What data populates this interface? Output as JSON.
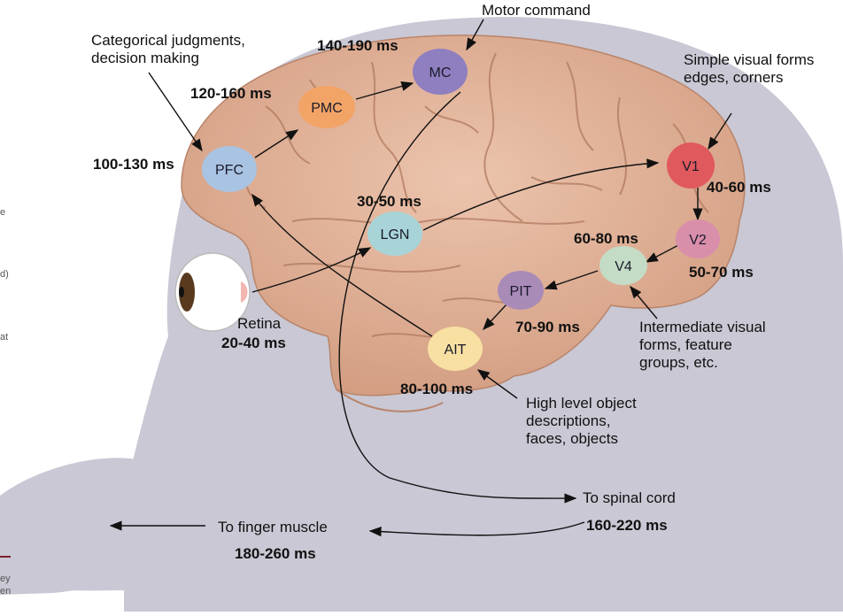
{
  "nodes": [
    {
      "id": "PFC",
      "label": "PFC",
      "latency": "100-130 ms",
      "color": "#a9c3e2"
    },
    {
      "id": "PMC",
      "label": "PMC",
      "latency": "120-160 ms",
      "color": "#f2a467"
    },
    {
      "id": "MC",
      "label": "MC",
      "latency": "140-190 ms",
      "color": "#8f7fc0"
    },
    {
      "id": "LGN",
      "label": "LGN",
      "latency": "30-50 ms",
      "color": "#a8d4d8"
    },
    {
      "id": "V1",
      "label": "V1",
      "latency": "40-60 ms",
      "color": "#e0595e"
    },
    {
      "id": "V2",
      "label": "V2",
      "latency": "50-70 ms",
      "color": "#d98eaa"
    },
    {
      "id": "V4",
      "label": "V4",
      "latency": "60-80 ms",
      "color": "#c4dcc6"
    },
    {
      "id": "PIT",
      "label": "PIT",
      "latency": "70-90 ms",
      "color": "#a98bb8"
    },
    {
      "id": "AIT",
      "label": "AIT",
      "latency": "80-100 ms",
      "color": "#f7e0a2"
    }
  ],
  "annotations": {
    "motor": "Motor command",
    "categorical": "Categorical judgments,\ndecision making",
    "simple_visual": "Simple visual forms\nedges, corners",
    "intermediate": "Intermediate visual\nforms, feature\ngroups, etc.",
    "high_level": "High level object\ndescriptions,\nfaces, objects"
  },
  "retina": {
    "label": "Retina",
    "latency": "20-40 ms"
  },
  "spinal": {
    "label": "To spinal cord",
    "latency": "160-220 ms"
  },
  "finger": {
    "label": "To finger muscle",
    "latency": "180-260 ms"
  },
  "edge_text": {
    "e1": "e",
    "e2": "d)",
    "e3": "at",
    "e4": "ey",
    "e5": "en"
  },
  "colors": {
    "head": "#c9c8d4",
    "brain": "#e2b49b",
    "brain_dark": "#c98f72",
    "arrow": "#111111"
  }
}
